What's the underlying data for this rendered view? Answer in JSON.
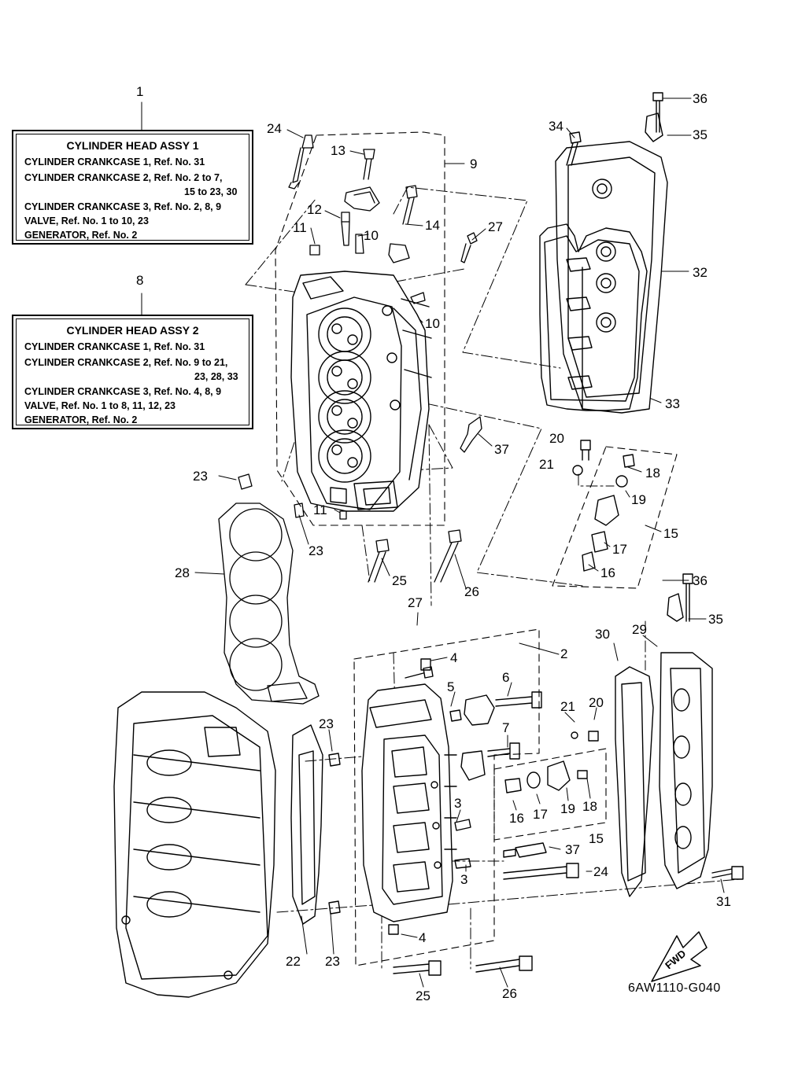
{
  "legends": [
    {
      "id": "1",
      "number": "1",
      "title": "CYLINDER HEAD ASSY 1",
      "lines": [
        "CYLINDER CRANKCASE 1,  Ref. No. 31",
        "CYLINDER CRANKCASE 2,  Ref. No. 2 to 7,",
        "15  to  23,  30",
        "CYLINDER CRANKCASE 3,  Ref. No. 2, 8, 9",
        "VALVE,  Ref. No. 1 to 10, 23",
        "GENERATOR,  Ref. No. 2"
      ]
    },
    {
      "id": "8",
      "number": "8",
      "title": "CYLINDER HEAD ASSY 2",
      "lines": [
        "CYLINDER CRANKCASE 1,  Ref. No. 31",
        "CYLINDER CRANKCASE 2,  Ref. No. 9 to 21,",
        "23,  28,  33",
        "CYLINDER CRANKCASE 3,  Ref. No. 4, 8, 9",
        "VALVE,  Ref. No. 1 to 8, 11, 12, 23",
        "GENERATOR,  Ref. No. 2"
      ]
    }
  ],
  "callouts": [
    "24",
    "13",
    "9",
    "12",
    "14",
    "27",
    "11",
    "10",
    "10",
    "36",
    "34",
    "35",
    "32",
    "33",
    "37",
    "20",
    "21",
    "18",
    "19",
    "15",
    "17",
    "16",
    "23",
    "11",
    "23",
    "28",
    "25",
    "26",
    "27",
    "4",
    "2",
    "5",
    "6",
    "7",
    "36",
    "35",
    "30",
    "29",
    "21",
    "20",
    "23",
    "3",
    "16",
    "17",
    "19",
    "18",
    "15",
    "37",
    "24",
    "3",
    "31",
    "4",
    "22",
    "23",
    "25",
    "26"
  ],
  "fwd_label": "FWD",
  "diagram_code": "6AW1110-G040"
}
